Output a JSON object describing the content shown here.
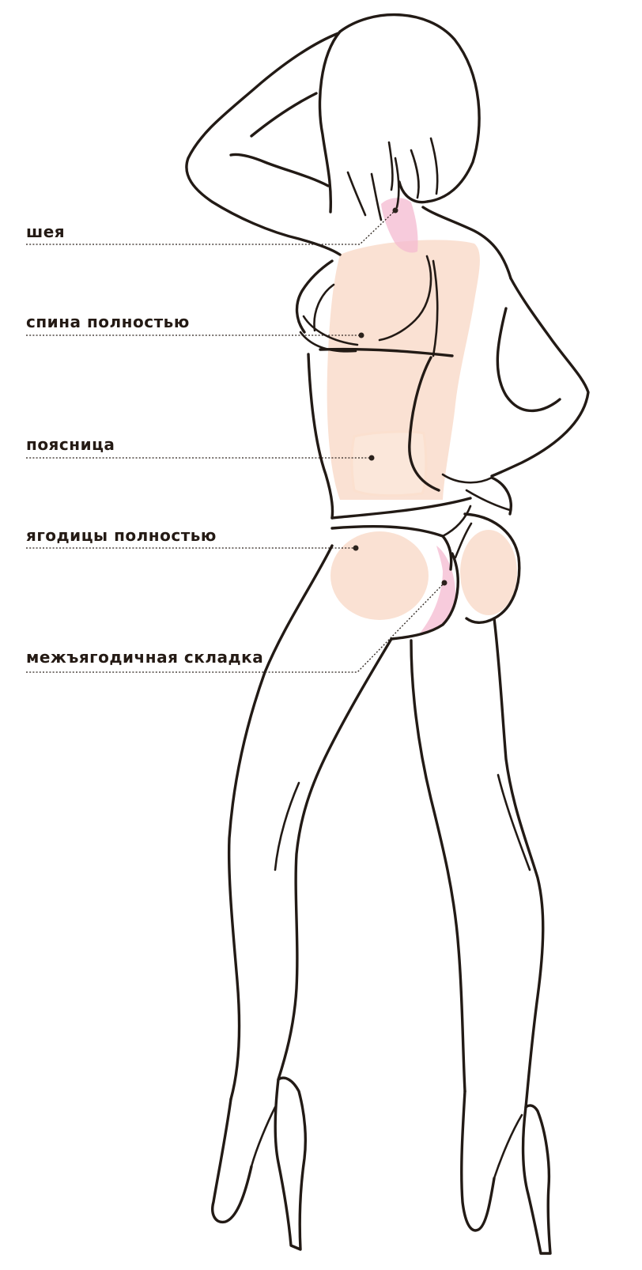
{
  "labels": {
    "neck": "шея",
    "back_full": "спина полностью",
    "lower_back": "поясница",
    "buttocks_full": "ягодицы полностью",
    "intergluteal_fold": "межъягодичная складка"
  },
  "colors": {
    "outline": "#221a15",
    "label_text": "#241a14",
    "zone_peach": "#f9dccb",
    "zone_pink": "#f4b9d0"
  }
}
